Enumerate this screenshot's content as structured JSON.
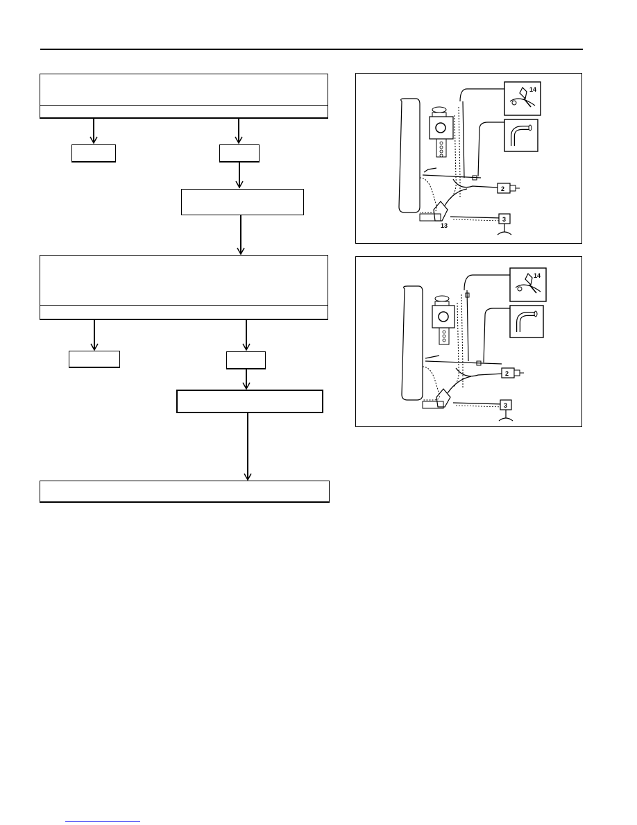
{
  "header_rule": "top",
  "flowchart": {
    "steps": [
      {
        "id": "step1",
        "row_a": "",
        "row_b": ""
      },
      {
        "id": "step1-left",
        "text": ""
      },
      {
        "id": "step1-right",
        "text": ""
      },
      {
        "id": "step2",
        "text": ""
      },
      {
        "id": "step3",
        "row_a": "",
        "row_b": ""
      },
      {
        "id": "step3-left",
        "text": ""
      },
      {
        "id": "step3-right",
        "text": ""
      },
      {
        "id": "step4",
        "text": ""
      },
      {
        "id": "step5",
        "text": ""
      }
    ]
  },
  "figures": [
    {
      "id": "figure-1",
      "callouts": [
        "14",
        "2",
        "3",
        "13"
      ]
    },
    {
      "id": "figure-2",
      "callouts": [
        "14",
        "2",
        "3"
      ]
    }
  ],
  "footer_link": {
    "text": ""
  }
}
